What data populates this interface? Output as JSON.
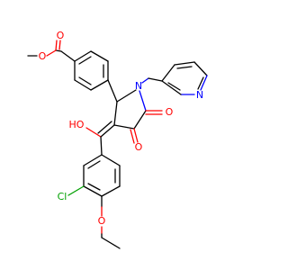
{
  "molecule": {
    "atoms": {
      "ester_carbonyl_o": "O",
      "ester_ether_o": "O",
      "hydroxyl": "HO",
      "ring_nitrogen": "N",
      "pyridine_nitrogen": "N",
      "ketone_o_c5": "O",
      "ketone_o_c4": "O",
      "chlorine": "Cl",
      "ethoxy_o": "O"
    },
    "colors": {
      "carbon": "#000000",
      "oxygen": "#ff0000",
      "nitrogen": "#0000ff",
      "chlorine": "#00a000"
    }
  }
}
